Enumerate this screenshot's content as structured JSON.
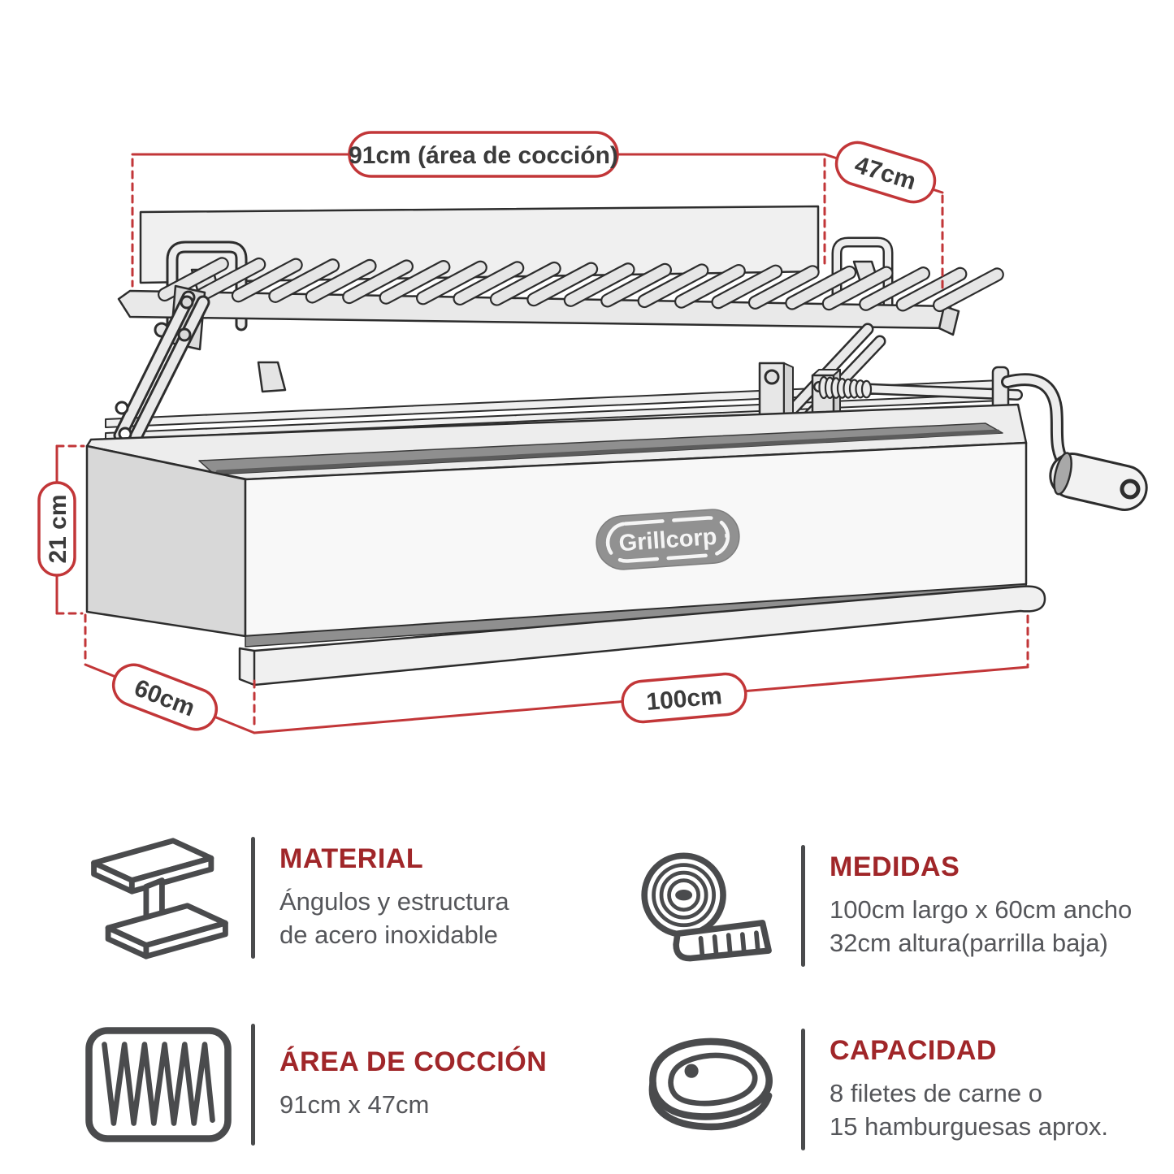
{
  "dims": {
    "cooking_area": "91cm (área de cocción)",
    "depth": "47cm",
    "height": "21 cm",
    "width": "60cm",
    "length": "100cm"
  },
  "logo": {
    "text": "· Grillcorp ·"
  },
  "colors": {
    "dimension_red": "#c23638",
    "heading_red": "#a02629",
    "body_grey": "#55565a",
    "lineart_dark": "#2d2d2d"
  },
  "specs": [
    {
      "id": "material",
      "icon": "steel-beam-icon",
      "title": "MATERIAL",
      "lines": [
        "Ángulos y estructura",
        "de acero inoxidable"
      ]
    },
    {
      "id": "medidas",
      "icon": "tape-measure-icon",
      "title": "MEDIDAS",
      "lines": [
        "100cm largo x 60cm ancho",
        "32cm altura(parrilla baja)"
      ]
    },
    {
      "id": "area",
      "icon": "grill-tray-icon",
      "title": "ÁREA DE COCCIÓN",
      "lines": [
        "91cm x 47cm"
      ]
    },
    {
      "id": "capacidad",
      "icon": "steak-icon",
      "title": "CAPACIDAD",
      "lines": [
        "8 filetes de carne o",
        "15 hamburguesas aprox."
      ]
    }
  ]
}
